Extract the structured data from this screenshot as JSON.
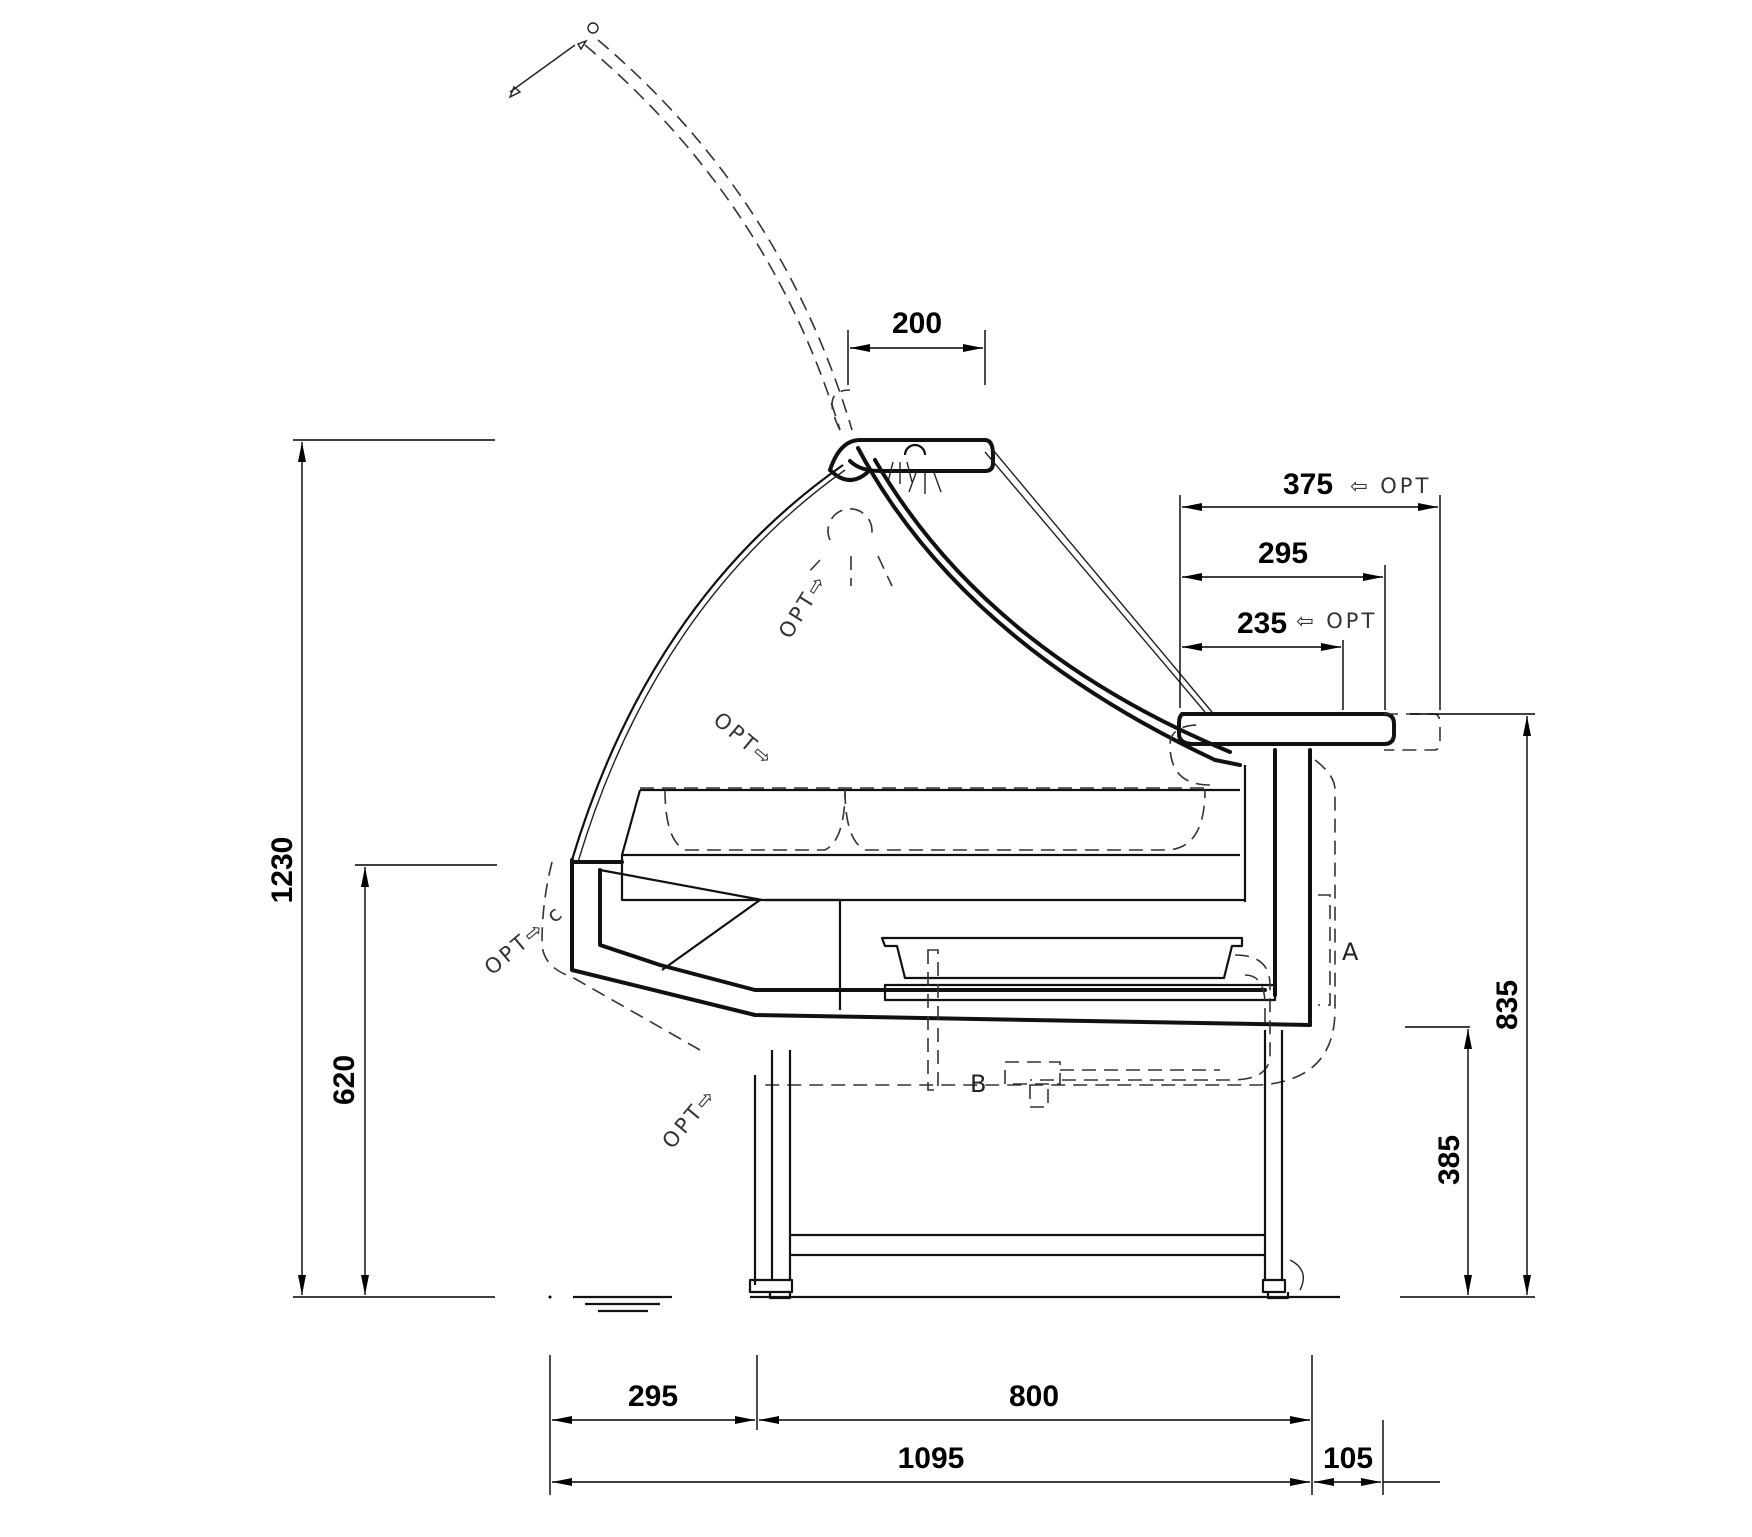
{
  "dimensions": {
    "total_height": "1230",
    "counter_height": "620",
    "top_height": "835",
    "rear_height": "385",
    "canopy_width": "200",
    "shelf_375": "375",
    "shelf_295": "295",
    "shelf_235": "235",
    "front_overhang": "295",
    "base_depth": "800",
    "total_depth": "1095",
    "rear_overhang": "105"
  },
  "options": {
    "opt_label": "OPT",
    "opt_375": "⇦ OPT",
    "opt_235": "⇦ OPT",
    "opt_lamp": "OPT⇨",
    "opt_shelf": "OPT⇨",
    "opt_front": "OPT⇨ c",
    "opt_bottom": "OPT⇨"
  },
  "labels": {
    "point_a": "A",
    "point_b": "B"
  }
}
